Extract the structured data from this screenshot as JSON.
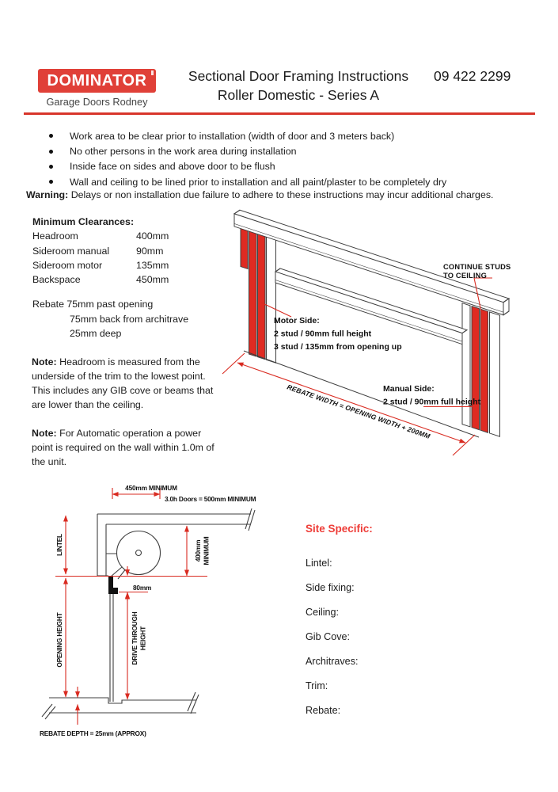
{
  "colors": {
    "logo_red": "#e04038",
    "line_red": "#d92b21",
    "stud_red": "#df2b22",
    "site_red": "#ee3d38"
  },
  "header": {
    "brand": "DOMINATOR",
    "tagline": "Garage Doors Rodney",
    "title_line1": "Sectional Door Framing Instructions",
    "phone": "09 422 2299",
    "title_line2": "Roller Domestic - Series A"
  },
  "bullets": [
    "Work area to be clear prior to installation (width of door and 3 meters back)",
    "No other persons in the work area during installation",
    "Inside face on sides and above door to be flush",
    "Wall and ceiling to be lined prior to installation and all paint/plaster to be completely dry"
  ],
  "warning": {
    "label": "Warning:",
    "text": "Delays or non installation due failure to adhere to these instructions may incur additional charges."
  },
  "clearances": {
    "heading": "Minimum Clearances:",
    "rows": [
      {
        "label": "Headroom",
        "value": "400mm"
      },
      {
        "label": "Sideroom manual",
        "value": "90mm"
      },
      {
        "label": "Sideroom motor",
        "value": "135mm"
      },
      {
        "label": "Backspace",
        "value": "450mm"
      }
    ]
  },
  "rebate": {
    "line1": "Rebate 75mm past opening",
    "line2": "75mm back from architrave",
    "line3": "25mm deep"
  },
  "notes": [
    {
      "label": "Note:",
      "text": "Headroom is measured from the underside of the trim to the lowest point. This includes any GIB cove or beams that are lower than the ceiling."
    },
    {
      "label": "Note:",
      "text": "For Automatic operation a power point is required on the wall within 1.0m of the unit."
    }
  ],
  "framing_diagram": {
    "continue_studs_line1": "CONTINUE STUDS",
    "continue_studs_line2": "TO CEILING",
    "motor_side_title": "Motor Side:",
    "motor_side_line1": "2 stud / 90mm full height",
    "motor_side_line2": "3 stud / 135mm from opening up",
    "manual_side_title": "Manual Side:",
    "manual_side_line1": "2 stud / 90mm full height",
    "rebate_width_label": "REBATE WIDTH = OPENING WIDTH + 200MM"
  },
  "section_diagram": {
    "dim_450": "450mm MINIMUM",
    "dim_500": "3.0h Doors = 500mm MINIMUM",
    "lintel_label": "LINTEL",
    "dim_400_line1": "400mm",
    "dim_400_line2": "MINIMUM",
    "dim_80": "80mm",
    "opening_height": "OPENING HEIGHT",
    "drive_through_line1": "DRIVE THROUGH",
    "drive_through_line2": "HEIGHT",
    "rebate_depth": "REBATE DEPTH = 25mm (APPROX)"
  },
  "site_specific": {
    "heading": "Site Specific:",
    "fields": [
      "Lintel:",
      "Side fixing:",
      "Ceiling:",
      "Gib Cove:",
      "Architraves:",
      "Trim:",
      "Rebate:"
    ]
  }
}
